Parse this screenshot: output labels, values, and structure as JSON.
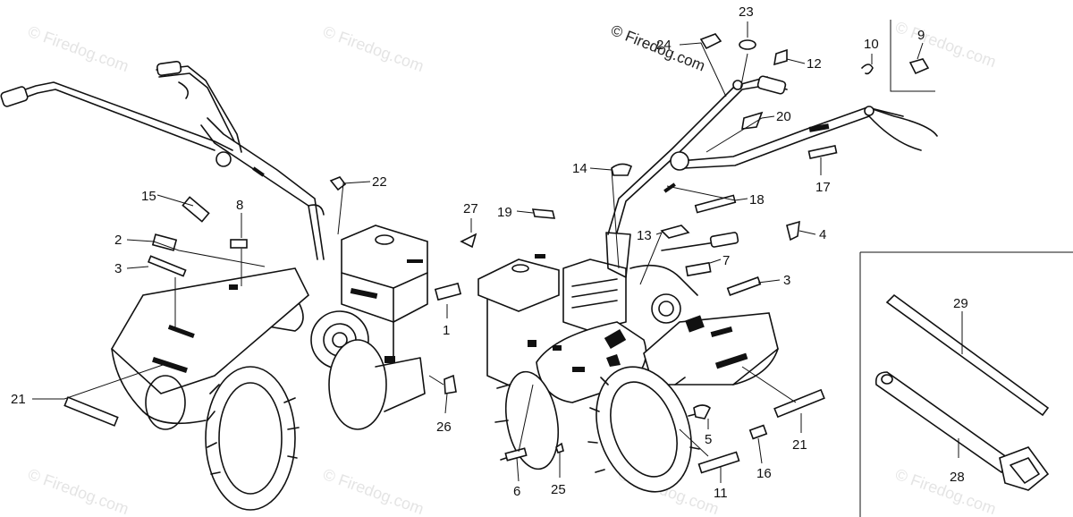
{
  "watermarks": {
    "main": "© Firedog.com",
    "faint": "© Firedog.com"
  },
  "callouts": {
    "c1": "1",
    "c2": "2",
    "c3a": "3",
    "c3b": "3",
    "c4": "4",
    "c5": "5",
    "c6": "6",
    "c7": "7",
    "c8": "8",
    "c9": "9",
    "c10": "10",
    "c11": "11",
    "c12": "12",
    "c13": "13",
    "c14": "14",
    "c15": "15",
    "c16": "16",
    "c17": "17",
    "c18": "18",
    "c19": "19",
    "c20": "20",
    "c21a": "21",
    "c21b": "21",
    "c22": "22",
    "c23": "23",
    "c24": "24",
    "c25": "25",
    "c26": "26",
    "c27": "27",
    "c28": "28",
    "c29": "29"
  }
}
